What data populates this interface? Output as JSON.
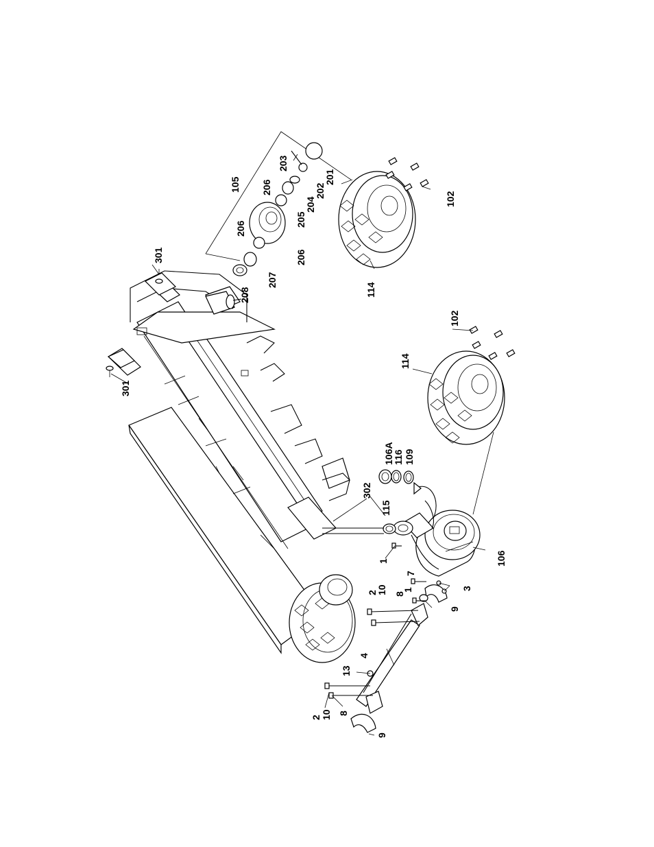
{
  "diagram": {
    "callouts": [
      {
        "id": "c301a",
        "text": "301"
      },
      {
        "id": "c301b",
        "text": "301"
      },
      {
        "id": "c105",
        "text": "105"
      },
      {
        "id": "c203",
        "text": "203"
      },
      {
        "id": "c206a",
        "text": "206"
      },
      {
        "id": "c206b",
        "text": "206"
      },
      {
        "id": "c206c",
        "text": "206"
      },
      {
        "id": "c205",
        "text": "205"
      },
      {
        "id": "c204",
        "text": "204"
      },
      {
        "id": "c202",
        "text": "202"
      },
      {
        "id": "c201",
        "text": "201"
      },
      {
        "id": "c208",
        "text": "208"
      },
      {
        "id": "c207",
        "text": "207"
      },
      {
        "id": "c102a",
        "text": "102"
      },
      {
        "id": "c102b",
        "text": "102"
      },
      {
        "id": "c114a",
        "text": "114"
      },
      {
        "id": "c114b",
        "text": "114"
      },
      {
        "id": "c106A",
        "text": "106A"
      },
      {
        "id": "c116",
        "text": "116"
      },
      {
        "id": "c109",
        "text": "109"
      },
      {
        "id": "c302",
        "text": "302"
      },
      {
        "id": "c115",
        "text": "115"
      },
      {
        "id": "c106",
        "text": "106"
      },
      {
        "id": "c1a",
        "text": "1"
      },
      {
        "id": "c1b",
        "text": "1"
      },
      {
        "id": "c7",
        "text": "7"
      },
      {
        "id": "c3",
        "text": "3"
      },
      {
        "id": "c9a",
        "text": "9"
      },
      {
        "id": "c9b",
        "text": "9"
      },
      {
        "id": "c2a",
        "text": "2"
      },
      {
        "id": "c10a",
        "text": "10"
      },
      {
        "id": "c8a",
        "text": "8"
      },
      {
        "id": "c4",
        "text": "4"
      },
      {
        "id": "c13",
        "text": "13"
      },
      {
        "id": "c2b",
        "text": "2"
      },
      {
        "id": "c10b",
        "text": "10"
      },
      {
        "id": "c8b",
        "text": "8"
      }
    ]
  }
}
